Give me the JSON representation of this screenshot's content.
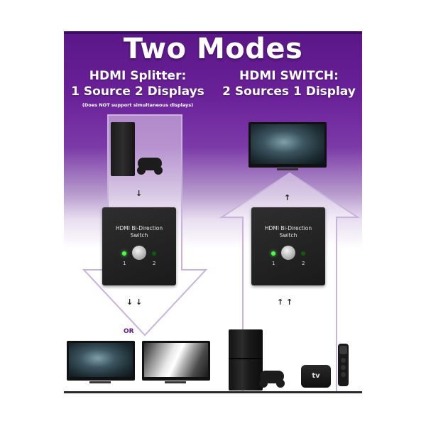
{
  "title": "Two Modes",
  "modes": {
    "splitter": {
      "heading_line1": "HDMI Splitter:",
      "heading_line2": "1 Source 2 Displays",
      "note": "(Does NOT support simultaneous displays)"
    },
    "switch": {
      "heading_line1": "HDMI SWITCH:",
      "heading_line2": "2 Sources 1 Display"
    }
  },
  "device": {
    "label_line1": "HDMI Bi-Direction",
    "label_line2": "Switch",
    "port1": "1",
    "port2": "2"
  },
  "or_label": "OR",
  "apple_tv_label": "tv",
  "colors": {
    "brand_purple": "#5a1787",
    "arrow_fill": "#ffffff",
    "arrow_stroke": "#c9b3dd",
    "led_on": "#4cff4c"
  },
  "icons": [
    "ps4-console-icon",
    "controller-icon",
    "tv-icon",
    "hdmi-switch-icon",
    "apple-tv-icon",
    "remote-icon"
  ]
}
